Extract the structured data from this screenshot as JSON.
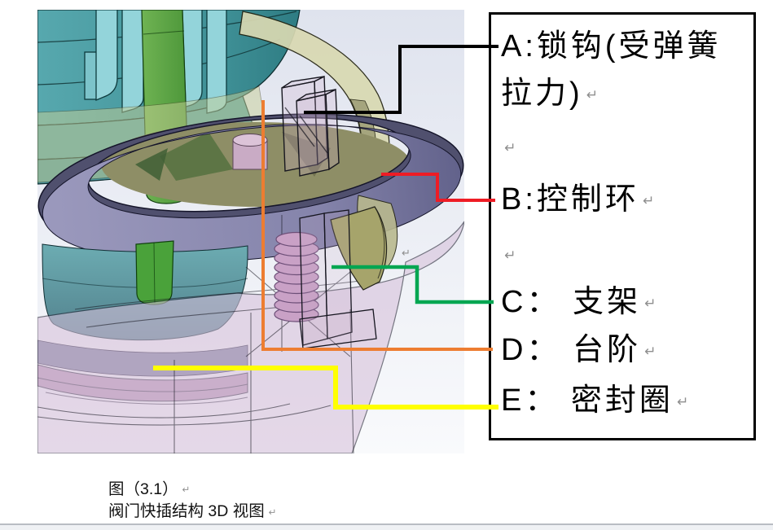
{
  "panel": {
    "lines": [
      {
        "text": "A:锁钩(受弹簧",
        "mark": ""
      },
      {
        "text": "拉力)",
        "mark": "↵"
      },
      {
        "text": "",
        "mark": "↵"
      },
      {
        "text": "B:控制环",
        "mark": "↵"
      },
      {
        "text": "",
        "mark": "↵"
      },
      {
        "text": "C： 支架",
        "mark": "↵"
      },
      {
        "text": "D： 台阶",
        "mark": "↵"
      },
      {
        "text": "E： 密封圈",
        "mark": "↵"
      }
    ]
  },
  "caption": {
    "line1": "图（3.1）",
    "line2": "阀门快插结构 3D 视图"
  },
  "return_mark": "↵",
  "colors": {
    "leader_a_black": "#000000",
    "leader_b_red": "#ee1c25",
    "leader_c_green": "#00a651",
    "leader_d_orange": "#ed7d31",
    "leader_e_yellow": "#ffff00",
    "textbox_border": "#000000",
    "control_ring_purple": "#8a89b0",
    "valve_body_teal": "#4a9aa0",
    "base_cone_pink": "#d0b6d6",
    "bracket_olive": "#a6a46b"
  }
}
